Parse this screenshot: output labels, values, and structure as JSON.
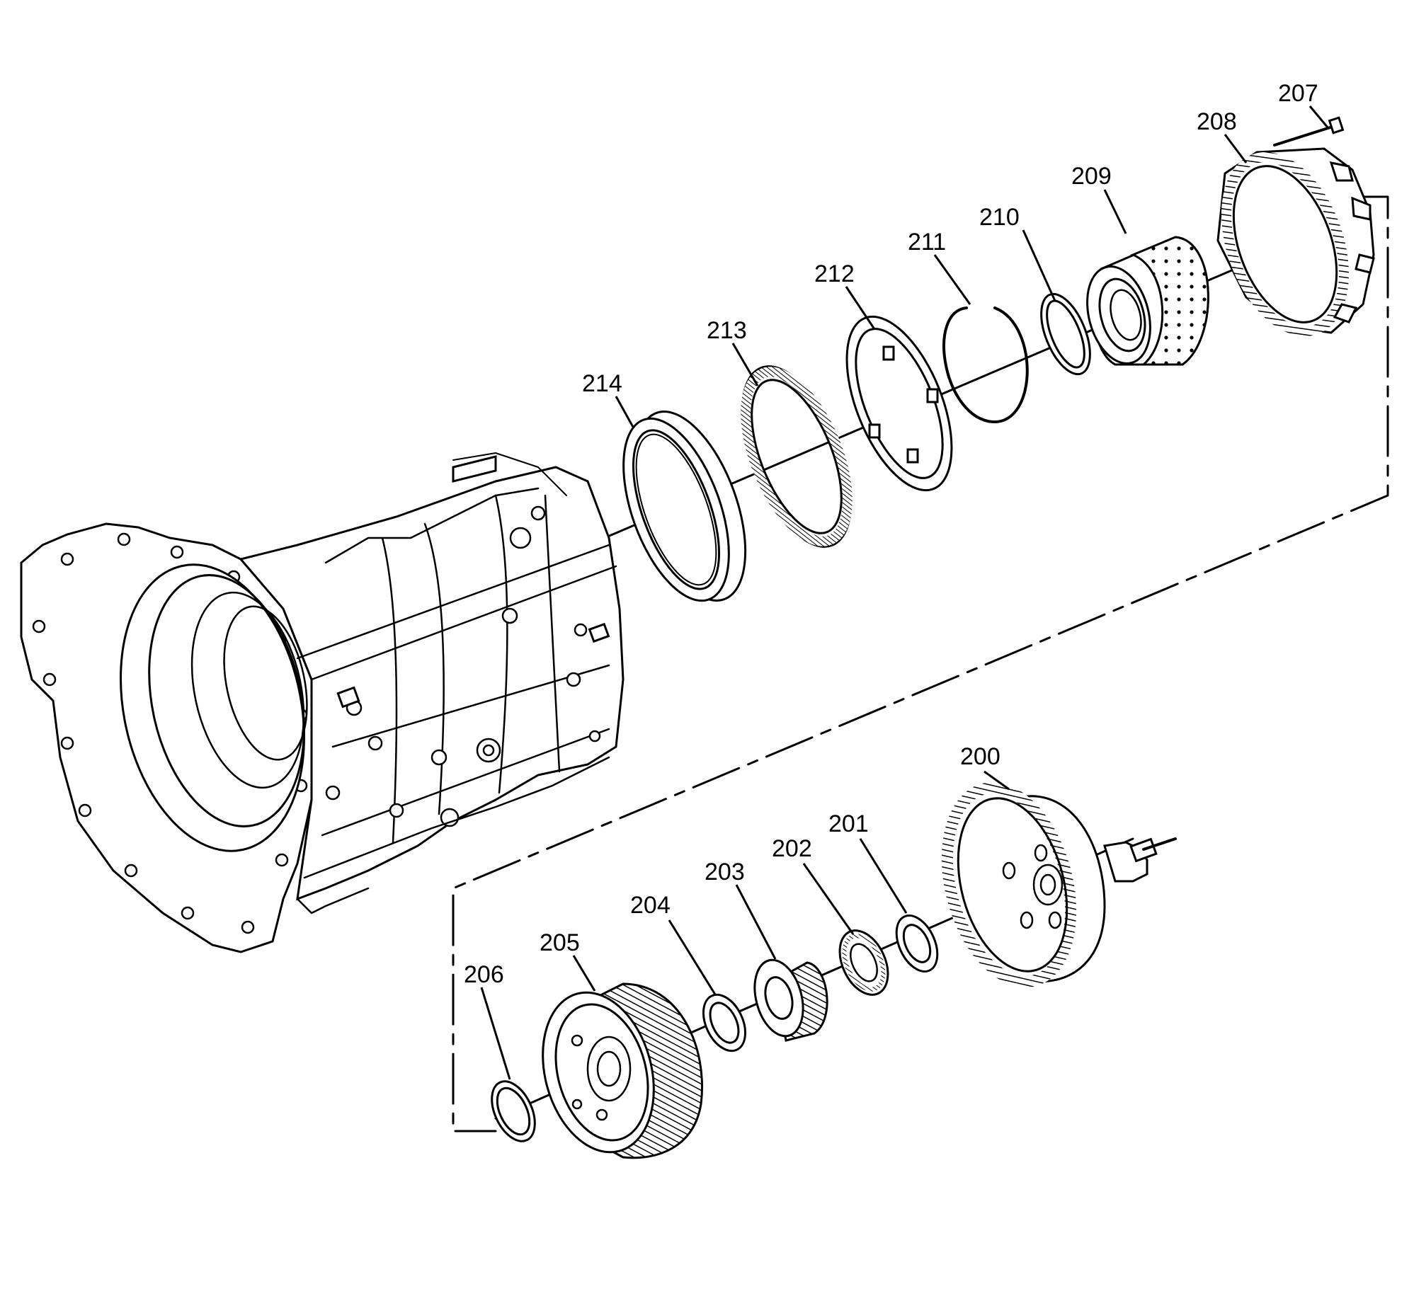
{
  "callouts": {
    "c200": "200",
    "c201": "201",
    "c202": "202",
    "c203": "203",
    "c204": "204",
    "c205": "205",
    "c206": "206",
    "c207": "207",
    "c208": "208",
    "c209": "209",
    "c210": "210",
    "c211": "211",
    "c212": "212",
    "c213": "213",
    "c214": "214"
  },
  "colors": {
    "line": "#000000",
    "background": "#ffffff"
  }
}
